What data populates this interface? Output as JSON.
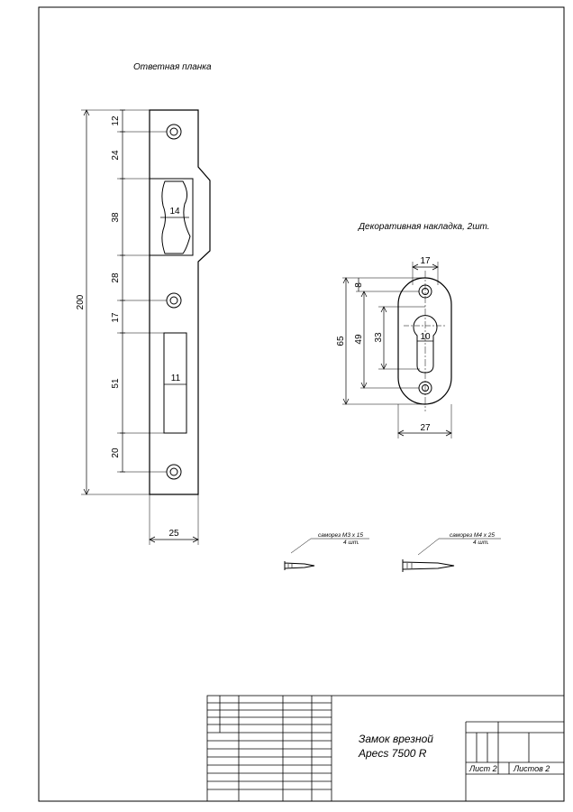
{
  "strike_plate": {
    "caption": "Ответная планка",
    "dims": {
      "d12": "12",
      "d24": "24",
      "d38": "38",
      "d28": "28",
      "d17": "17",
      "d51": "51",
      "d20": "20",
      "d200": "200",
      "d14": "14",
      "d11": "11",
      "d25": "25"
    }
  },
  "escutcheon": {
    "caption": "Декоративная накладка, 2шт.",
    "dims": {
      "d17": "17",
      "d8": "8",
      "d65": "65",
      "d49": "49",
      "d33": "33",
      "d10": "10",
      "d27": "27"
    }
  },
  "screws": [
    {
      "label": "саморез М3 х 15",
      "qty": "4 шт."
    },
    {
      "label": "саморез М4 х 25",
      "qty": "4 шт."
    }
  ],
  "title_block": {
    "name_line1": "Замок врезной",
    "name_line2": "Apecs 7500 R",
    "sheet": "Лист 2",
    "sheets": "Листов 2"
  }
}
